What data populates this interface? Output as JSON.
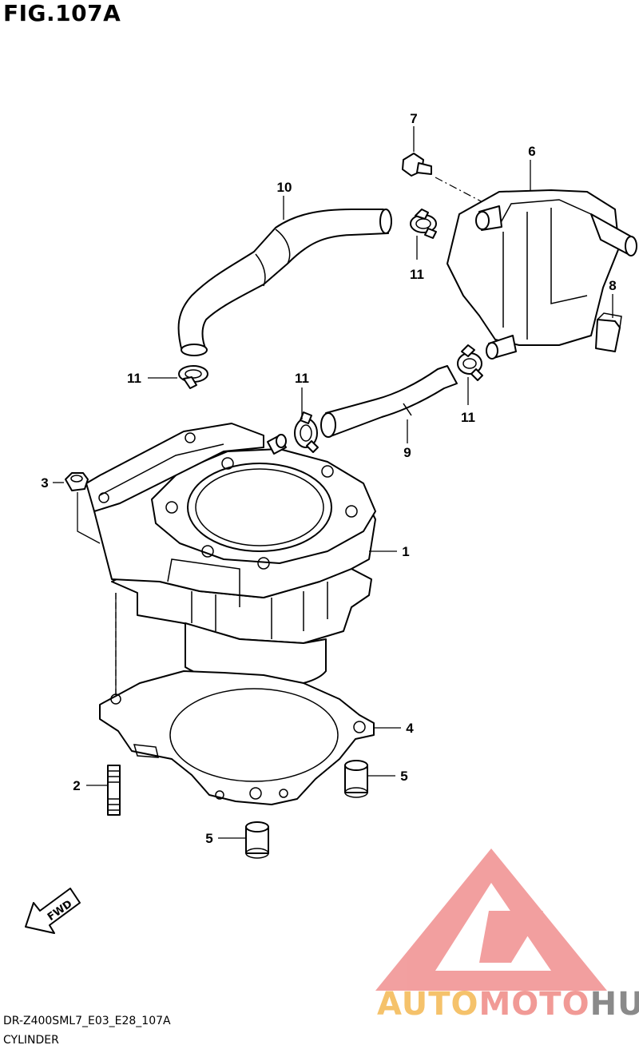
{
  "figure_title": "FIG.107A",
  "footer": {
    "model_code": "DR-Z400SML7_E03_E28_107A",
    "section_name": "CYLINDER"
  },
  "callouts": {
    "c1": "1",
    "c2": "2",
    "c3": "3",
    "c4": "4",
    "c5a": "5",
    "c5b": "5",
    "c6": "6",
    "c7": "7",
    "c8": "8",
    "c9": "9",
    "c10": "10",
    "c11a": "11",
    "c11b": "11",
    "c11c": "11",
    "c11d": "11"
  },
  "fwd_label": "FWD",
  "watermark": {
    "part1": "AUTO",
    "part2": "MOTO",
    "part3": "HUB",
    "colors": {
      "auto": "#f5c26b",
      "moto": "#f19a96",
      "hub": "#8a8a8a",
      "logo": "#f08f8f"
    }
  }
}
